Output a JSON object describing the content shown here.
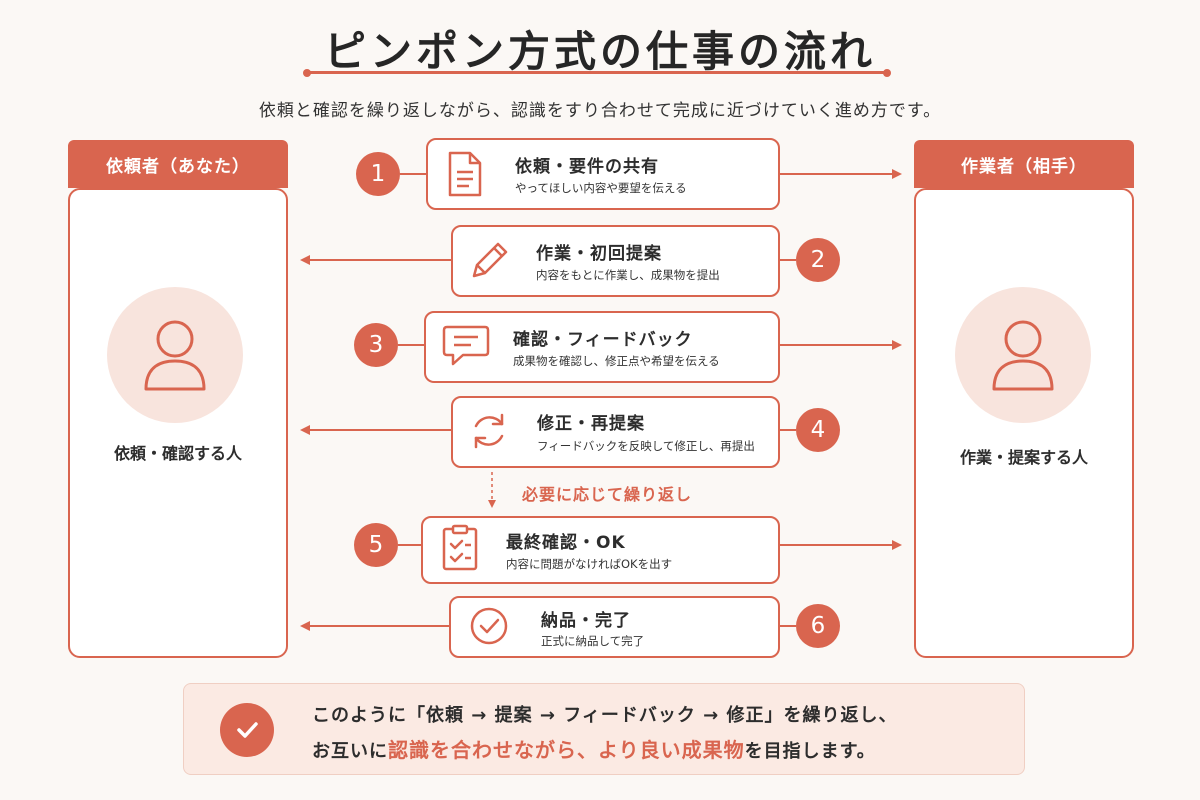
{
  "title": "ピンポン方式の仕事の流れ",
  "subtitle": "依頼と確認を繰り返しながら、認識をすり合わせて完成に近づけていく進め方です。",
  "left_role": {
    "header": "依頼者（あなた）",
    "label": "依頼・確認する人"
  },
  "right_role": {
    "header": "作業者（相手）",
    "label": "作業・提案する人"
  },
  "steps": [
    {
      "number": "1",
      "title": "依頼・要件の共有",
      "desc": "やってほしい内容や要望を伝える",
      "icon": "document-icon",
      "direction": "right"
    },
    {
      "number": "2",
      "title": "作業・初回提案",
      "desc": "内容をもとに作業し、成果物を提出",
      "icon": "pencil-icon",
      "direction": "left"
    },
    {
      "number": "3",
      "title": "確認・フィードバック",
      "desc": "成果物を確認し、修正点や希望を伝える",
      "icon": "chat-bubble-icon",
      "direction": "right"
    },
    {
      "number": "4",
      "title": "修正・再提案",
      "desc": "フィードバックを反映して修正し、再提出",
      "icon": "refresh-icon",
      "direction": "left"
    },
    {
      "number": "5",
      "title": "最終確認・OK",
      "desc": "内容に問題がなければOKを出す",
      "icon": "checklist-icon",
      "direction": "right"
    },
    {
      "number": "6",
      "title": "納品・完了",
      "desc": "正式に納品して完了",
      "icon": "check-circle-icon",
      "direction": "left"
    }
  ],
  "repeat_note": "必要に応じて繰り返し",
  "summary": {
    "line1": "このように「依頼 → 提案 → フィードバック → 修正」を繰り返し、",
    "line2_pre": "お互いに",
    "line2_highlight": "認識を合わせながら、より良い成果物",
    "line2_post": "を目指します。"
  },
  "colors": {
    "accent": "#d9654f",
    "accent_light": "#f8e4dd",
    "background": "#fbf8f5",
    "summary_bg": "#fbeae3"
  }
}
